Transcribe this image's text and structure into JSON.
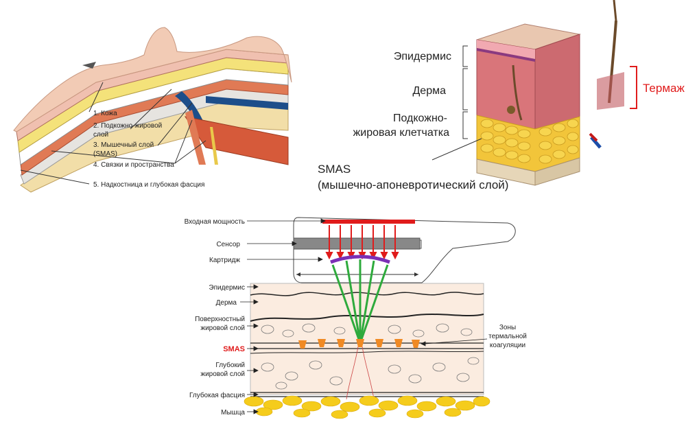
{
  "face_panel": {
    "labels": [
      "1. Кожа",
      "2. Подкожно-жировой",
      "слой",
      "3. Мышечный слой",
      "(SMAS)",
      "4. Связки и пространства",
      "5. Надкостница и глубокая фасция"
    ]
  },
  "skin_panel": {
    "epidermis": "Эпидермис",
    "dermis": "Дерма",
    "subcut_line1": "Подкожно-",
    "subcut_line2": "жировая клетчатка",
    "smas_line1": "SMAS",
    "smas_line2": "(мышечно-апоневротический слой)",
    "thermage": "Термаж",
    "colors": {
      "thermage": "#e01b1b",
      "dermis": "#d9757a",
      "fat": "#f2c53a"
    }
  },
  "device_panel": {
    "input_power": "Входная мощность",
    "sensor": "Сенсор",
    "cartridge": "Картридж",
    "epidermis": "Эпидермис",
    "dermis": "Дерма",
    "superficial_fat_1": "Поверхностный",
    "superficial_fat_2": "жировой слой",
    "smas": "SMAS",
    "deep_fat_1": "Глубокий",
    "deep_fat_2": "жировой слой",
    "deep_fascia": "Глубокая фасция",
    "muscle": "Мышца",
    "zones_1": "Зоны",
    "zones_2": "термальной",
    "zones_3": "коагуляции",
    "colors": {
      "power": "#e01b1b",
      "beam": "#2eaa3c",
      "cartridge": "#7b2fb5",
      "coag": "#f08a24",
      "muscle": "#f5cc1c",
      "smas_label": "#e01b1b"
    }
  }
}
